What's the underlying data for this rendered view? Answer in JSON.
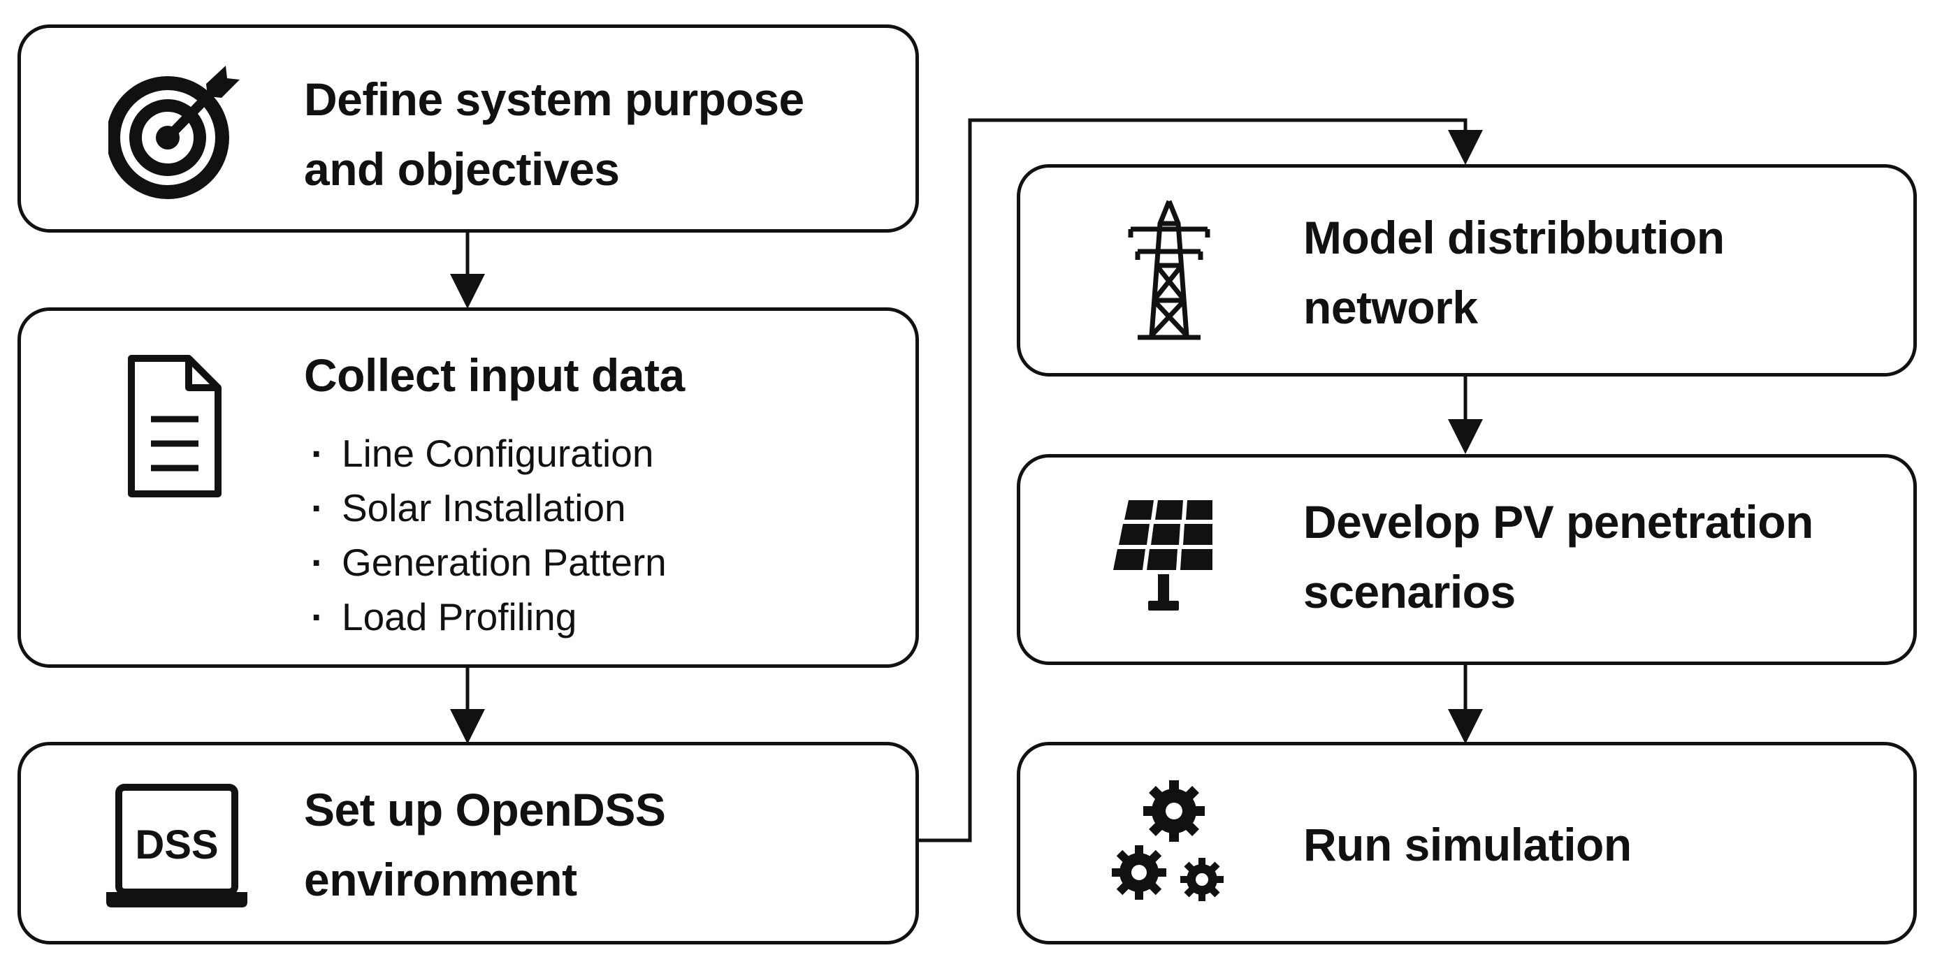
{
  "steps": {
    "define": {
      "title_line1": "Define system purpose",
      "title_line2": "and objectives",
      "icon": "target-icon"
    },
    "collect": {
      "title": "Collect input data",
      "icon": "document-icon",
      "items": [
        "Line Configuration",
        "Solar Installation",
        "Generation Pattern",
        "Load Profiling"
      ]
    },
    "setup": {
      "title_line1": "Set up OpenDSS",
      "title_line2": "environment",
      "icon": "laptop-icon",
      "icon_text": "DSS"
    },
    "model": {
      "title_line1": "Model distribbution",
      "title_line2": "network",
      "icon": "transmission-tower-icon"
    },
    "develop": {
      "title_line1": "Develop PV penetration",
      "title_line2": "scenarios",
      "icon": "solar-panel-icon"
    },
    "run": {
      "title": "Run simulation",
      "icon": "gears-icon"
    }
  },
  "colors": {
    "stroke": "#111111",
    "background": "#ffffff"
  }
}
